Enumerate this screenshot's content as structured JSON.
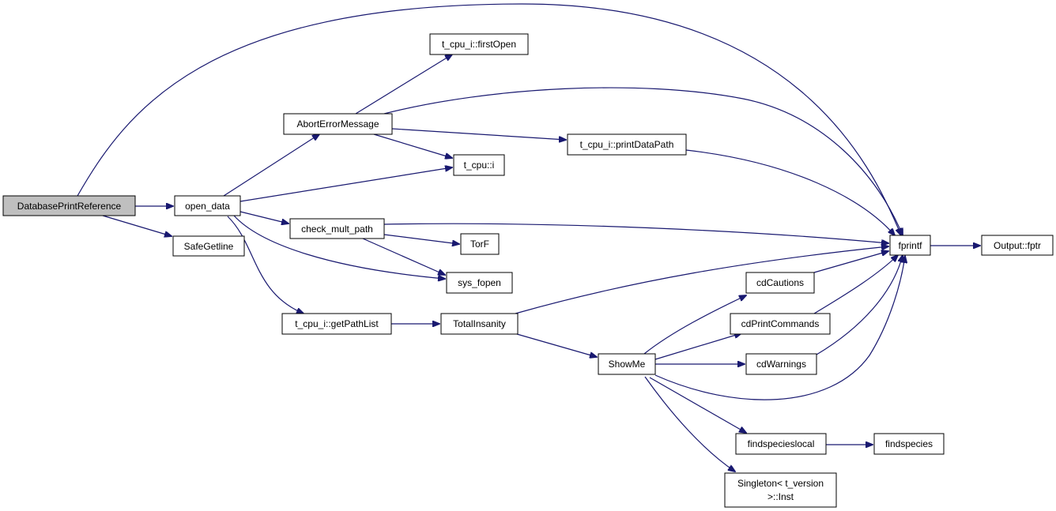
{
  "diagram": {
    "nodes": [
      {
        "id": "root",
        "label": "DatabasePrintReference"
      },
      {
        "id": "open_data",
        "label": "open_data"
      },
      {
        "id": "safegetline",
        "label": "SafeGetline"
      },
      {
        "id": "abort",
        "label": "AbortErrorMessage"
      },
      {
        "id": "firstopen",
        "label": "t_cpu_i::firstOpen"
      },
      {
        "id": "tcpui",
        "label": "t_cpu::i"
      },
      {
        "id": "checkmult",
        "label": "check_mult_path"
      },
      {
        "id": "torf",
        "label": "TorF"
      },
      {
        "id": "sysfopen",
        "label": "sys_fopen"
      },
      {
        "id": "getpathlist",
        "label": "t_cpu_i::getPathList"
      },
      {
        "id": "printdatapath",
        "label": "t_cpu_i::printDataPath"
      },
      {
        "id": "totalinsanity",
        "label": "TotalInsanity"
      },
      {
        "id": "showme",
        "label": "ShowMe"
      },
      {
        "id": "fprintf",
        "label": "fprintf"
      },
      {
        "id": "outputfptr",
        "label": "Output::fptr"
      },
      {
        "id": "cdcautions",
        "label": "cdCautions"
      },
      {
        "id": "cdprintcommands",
        "label": "cdPrintCommands"
      },
      {
        "id": "cdwarnings",
        "label": "cdWarnings"
      },
      {
        "id": "findspecieslocal",
        "label": "findspecieslocal"
      },
      {
        "id": "findspecies",
        "label": "findspecies"
      },
      {
        "id": "singleton",
        "label_lines": [
          "Singleton< t_version",
          ">::Inst"
        ]
      }
    ],
    "edges": [
      {
        "from": "root",
        "to": "fprintf"
      },
      {
        "from": "root",
        "to": "open_data"
      },
      {
        "from": "root",
        "to": "safegetline"
      },
      {
        "from": "open_data",
        "to": "abort"
      },
      {
        "from": "open_data",
        "to": "tcpui"
      },
      {
        "from": "open_data",
        "to": "checkmult"
      },
      {
        "from": "open_data",
        "to": "sysfopen"
      },
      {
        "from": "open_data",
        "to": "getpathlist"
      },
      {
        "from": "abort",
        "to": "firstopen"
      },
      {
        "from": "abort",
        "to": "fprintf"
      },
      {
        "from": "abort",
        "to": "printdatapath"
      },
      {
        "from": "abort",
        "to": "tcpui"
      },
      {
        "from": "printdatapath",
        "to": "fprintf"
      },
      {
        "from": "checkmult",
        "to": "fprintf"
      },
      {
        "from": "checkmult",
        "to": "torf"
      },
      {
        "from": "checkmult",
        "to": "sysfopen"
      },
      {
        "from": "getpathlist",
        "to": "totalinsanity"
      },
      {
        "from": "totalinsanity",
        "to": "fprintf"
      },
      {
        "from": "totalinsanity",
        "to": "showme"
      },
      {
        "from": "showme",
        "to": "cdcautions"
      },
      {
        "from": "showme",
        "to": "cdprintcommands"
      },
      {
        "from": "showme",
        "to": "cdwarnings"
      },
      {
        "from": "showme",
        "to": "fprintf"
      },
      {
        "from": "showme",
        "to": "findspecieslocal"
      },
      {
        "from": "showme",
        "to": "singleton"
      },
      {
        "from": "cdcautions",
        "to": "fprintf"
      },
      {
        "from": "cdprintcommands",
        "to": "fprintf"
      },
      {
        "from": "cdwarnings",
        "to": "fprintf"
      },
      {
        "from": "fprintf",
        "to": "outputfptr"
      },
      {
        "from": "findspecieslocal",
        "to": "findspecies"
      }
    ],
    "colors": {
      "edge": "#191970",
      "root_fill": "#bfbfbf",
      "node_fill": "#ffffff",
      "node_border": "#000000"
    }
  }
}
